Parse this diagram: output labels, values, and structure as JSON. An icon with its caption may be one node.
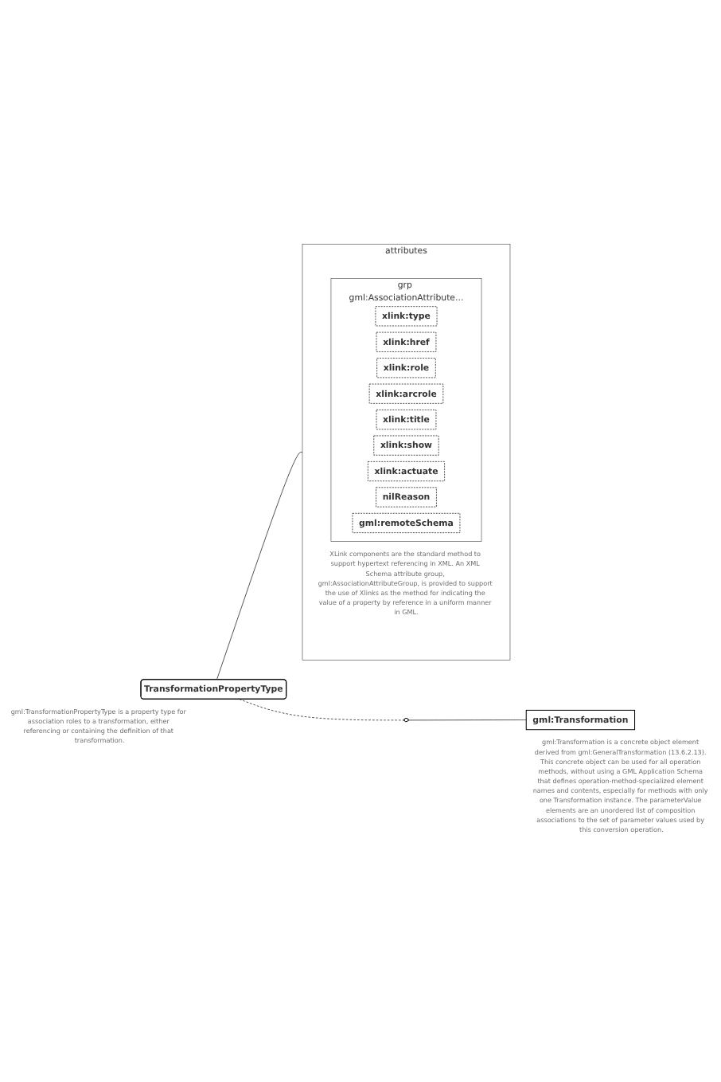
{
  "diagram": {
    "nodes": [
      {
        "text": [
          "TransformationPropertyType"
        ],
        "beside": [
          "gml:TransformationPropertyType is a property type for association roles to a transformation, either referencing or containing the definition of that transformation."
        ]
      },
      {
        "text": [
          "attributes"
        ]
      },
      {
        "text": [
          "grp",
          "gml:AssociationAttribute..."
        ],
        "in": 1,
        "beside": [
          "XLink components are the standard method to support hypertext referencing in XML. An XML Schema attribute group, gml:AssociationAttributeGroup, is provided to support the use of Xlinks as the method for indicating the value of a property by reference in a uniform manner in GML."
        ]
      },
      {
        "text": [
          "xlink:type"
        ],
        "in": 2
      },
      {
        "text": [
          "xlink:href"
        ],
        "in": 2
      },
      {
        "text": [
          "xlink:role"
        ],
        "in": 2
      },
      {
        "text": [
          "xlink:arcrole"
        ],
        "in": 2
      },
      {
        "text": [
          "xlink:title"
        ],
        "in": 2
      },
      {
        "text": [
          "xlink:show"
        ],
        "in": 2
      },
      {
        "text": [
          "xlink:actuate"
        ],
        "in": 2
      },
      {
        "text": [
          "nilReason"
        ],
        "in": 2
      },
      {
        "text": [
          "gml:remoteSchema"
        ],
        "in": 2
      },
      {
        "text": [],
        "shape": "box"
      },
      {
        "text": [
          "gml:Transformation"
        ],
        "beside": [
          "gml:Transformation is a concrete object element derived from gml:GeneralTransformation (13.6.2.13). This concrete object can be used for all operation methods, without using a GML Application Schema that defines operation-method-specialized element names and contents, especially for methods with only one Transformation instance. The parameterValue elements are an unordered list of composition associations to the set of parameter values used by this conversion operation."
        ]
      }
    ],
    "edges": [
      {
        "from": 0,
        "to": 1,
        "arrow": "none"
      },
      {
        "from": 0,
        "to": 12,
        "arrow": "none",
        "style": "dashed"
      },
      {
        "from": 12,
        "to": 13,
        "arrow": "none"
      }
    ]
  }
}
